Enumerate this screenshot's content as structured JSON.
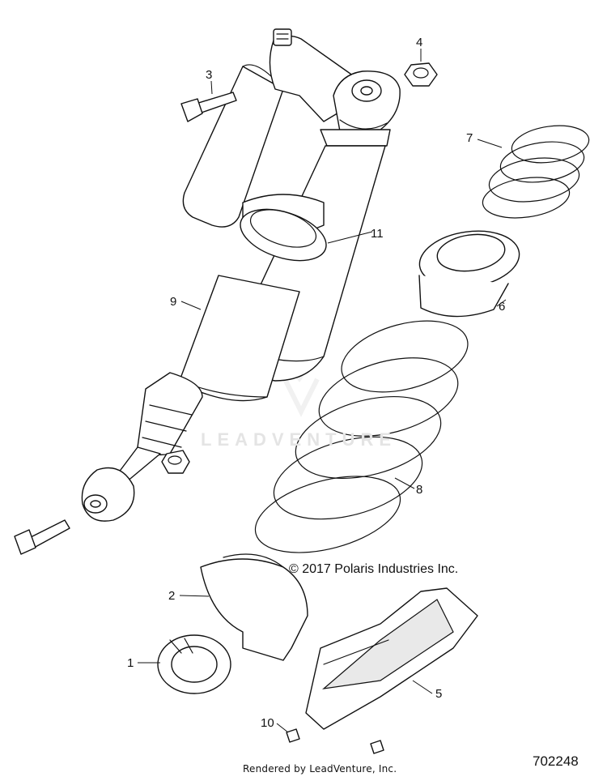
{
  "callouts": {
    "c1": "1",
    "c2": "2",
    "c3": "3",
    "c4": "4",
    "c5": "5",
    "c6": "6",
    "c7": "7",
    "c8": "8",
    "c9": "9",
    "c10": "10",
    "c11": "11"
  },
  "copyright": "© 2017 Polaris Industries Inc.",
  "rendered_by": "Rendered by LeadVenture, Inc.",
  "figure_number": "702248",
  "watermark": "LEADVENTURE",
  "colors": {
    "line": "#111111",
    "watermark": "#e4e4e4"
  }
}
